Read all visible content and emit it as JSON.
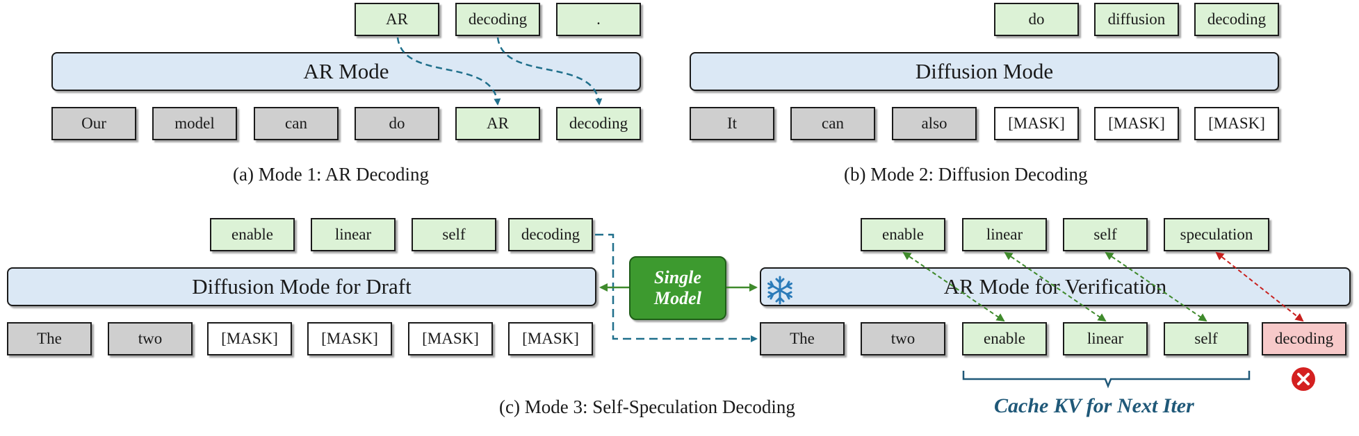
{
  "panel_a": {
    "mode_label": "AR Mode",
    "outputs": [
      "AR",
      "decoding",
      "."
    ],
    "inputs": [
      "Our",
      "model",
      "can",
      "do",
      "AR",
      "decoding"
    ],
    "caption": "(a) Mode 1: AR Decoding"
  },
  "panel_b": {
    "mode_label": "Diffusion Mode",
    "outputs": [
      "do",
      "diffusion",
      "decoding"
    ],
    "inputs": [
      "It",
      "can",
      "also",
      "[MASK]",
      "[MASK]",
      "[MASK]"
    ],
    "caption": "(b) Mode 2: Diffusion Decoding"
  },
  "panel_c": {
    "draft": {
      "mode_label": "Diffusion Mode for Draft",
      "outputs": [
        "enable",
        "linear",
        "self",
        "decoding"
      ],
      "inputs": [
        "The",
        "two",
        "[MASK]",
        "[MASK]",
        "[MASK]",
        "[MASK]"
      ]
    },
    "single_model": [
      "Single",
      "Model"
    ],
    "verify": {
      "mode_label": "AR Mode for Verification",
      "outputs": [
        "enable",
        "linear",
        "self",
        "speculation"
      ],
      "inputs": [
        "The",
        "two",
        "enable",
        "linear",
        "self",
        "decoding"
      ]
    },
    "cache_label": "Cache KV for Next Iter",
    "caption": "(c) Mode 3: Self-Speculation Decoding"
  },
  "icons": {
    "frozen": "snowflake-icon",
    "reject": "red-x-icon"
  },
  "colors": {
    "mode_fill": "#dbe8f5",
    "accepted_green": "#dcf2d6",
    "context_gray": "#cfcfcf",
    "rejected_red": "#f7c9c9",
    "single_model_green": "#3d9a2f",
    "arrow_blue": "#1f6f8b",
    "arrow_green": "#3f8a2c",
    "arrow_red": "#c8201e"
  }
}
